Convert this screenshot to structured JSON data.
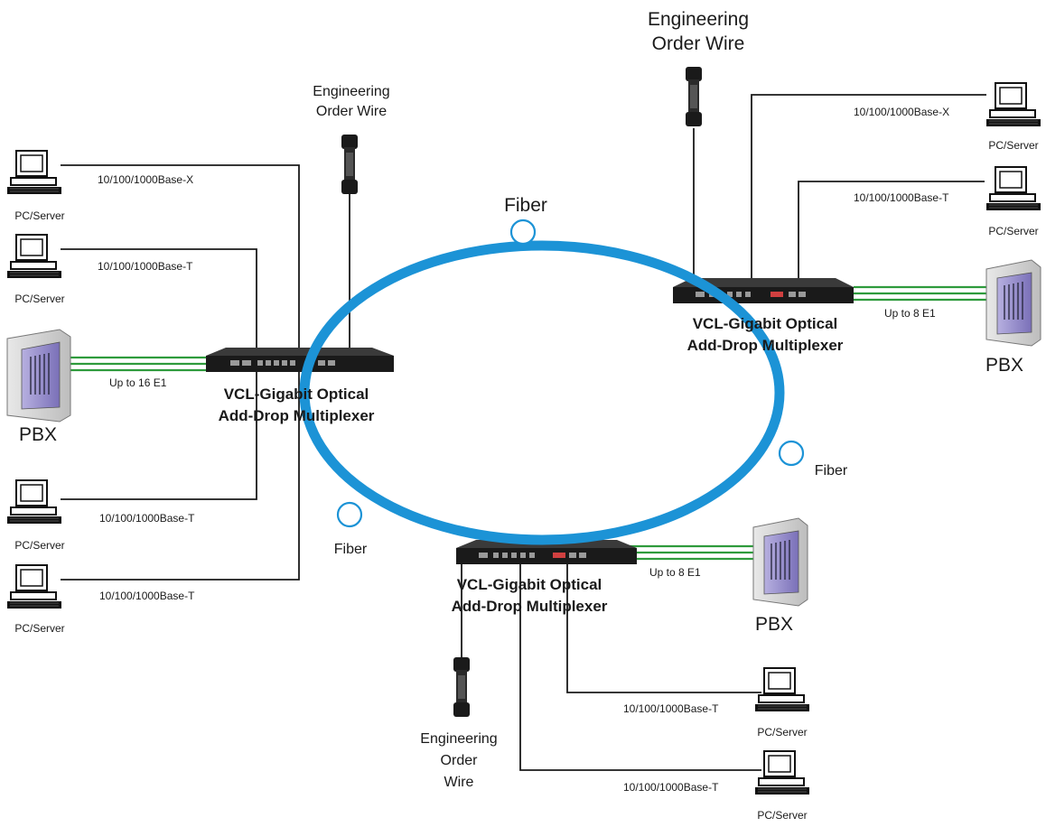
{
  "nodes": {
    "adm_left": {
      "title_line1": "VCL-Gigabit Optical",
      "title_line2": "Add-Drop Multiplexer"
    },
    "adm_right": {
      "title_line1": "VCL-Gigabit Optical",
      "title_line2": "Add-Drop Multiplexer"
    },
    "adm_bottom": {
      "title_line1": "VCL-Gigabit Optical",
      "title_line2": "Add-Drop Multiplexer"
    }
  },
  "fiber_labels": {
    "top": "Fiber",
    "right": "Fiber",
    "left": "Fiber"
  },
  "orderwire": {
    "left": {
      "line1": "Engineering",
      "line2": "Order Wire"
    },
    "right": {
      "line1": "Engineering",
      "line2": "Order Wire"
    },
    "bottom": {
      "line1": "Engineering",
      "line2": "Order",
      "line3": "Wire"
    }
  },
  "pbx": {
    "left": {
      "label": "PBX",
      "link": "Up to 16 E1"
    },
    "right": {
      "label": "PBX",
      "link": "Up to 8 E1"
    },
    "bottom": {
      "label": "PBX",
      "link": "Up to 8 E1"
    }
  },
  "links": {
    "left_1": "10/100/1000Base-X",
    "left_2": "10/100/1000Base-T",
    "left_3": "10/100/1000Base-T",
    "left_4": "10/100/1000Base-T",
    "right_1": "10/100/1000Base-X",
    "right_2": "10/100/1000Base-T",
    "bottom_1": "10/100/1000Base-T",
    "bottom_2": "10/100/1000Base-T"
  },
  "pcs": {
    "left_1": "PC/Server",
    "left_2": "PC/Server",
    "left_3": "PC/Server",
    "left_4": "PC/Server",
    "right_1": "PC/Server",
    "right_2": "PC/Server",
    "bottom_1": "PC/Server",
    "bottom_2": "PC/Server"
  },
  "colors": {
    "fiber": "#1c93d6",
    "e1": "#2e9b3c",
    "wire": "#1a1a1a",
    "pbx_panel": "#8a80c4"
  }
}
